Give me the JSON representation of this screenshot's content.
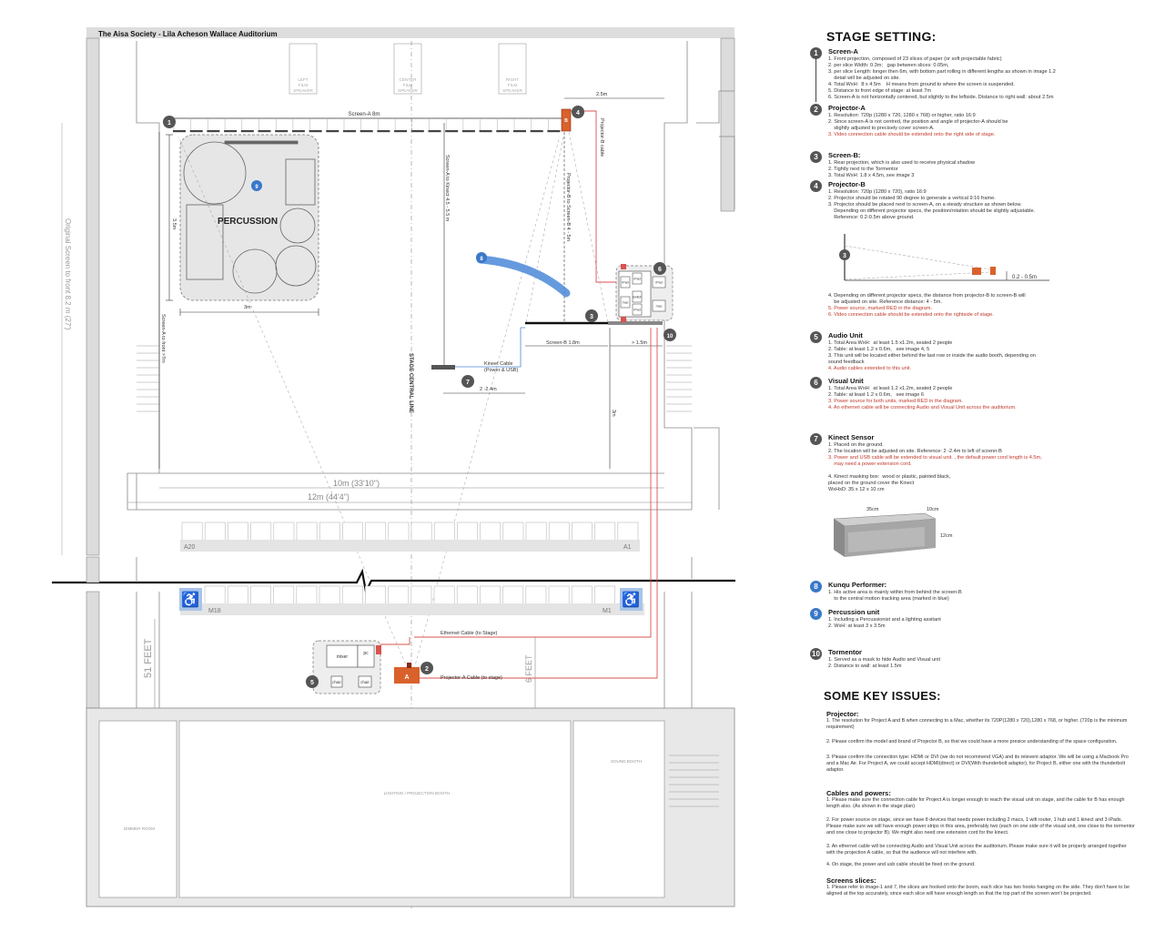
{
  "plan": {
    "venue_title": "The Aisa Society - Lila Acheson Wallace Auditorium",
    "speakers": {
      "left": [
        "LEFT",
        "FILM",
        "SPEAKER"
      ],
      "center": [
        "CENTER",
        "FILM",
        "SPEAKER"
      ],
      "right": [
        "RIGHT",
        "FILM",
        "SPEAKER"
      ]
    },
    "percussion_label": "PERCUSSION",
    "screen_a_label": "Screen-A 8m",
    "screen_b_label": "Screen-B 1.8m",
    "dim_2_5m": "2.5m",
    "dim_3_5m": "3.5m",
    "dim_3m_perc": "3m",
    "dim_gt_1_5m": "> 1.5m",
    "dim_3m_right": "3m",
    "dim_2_2_4m": "2 -2.4m",
    "dim_screen_a_front": "Screen-A to front >7m",
    "dim_screen_a_kinect": "Screen-A to Kinect 4.5 - 5.5 m",
    "dim_projector_b": "Projector-B to Screen-B 4 - 5m",
    "projector_b_cable": "Projector-B cable",
    "kinect_cable": [
      "Kineet Cable",
      "(Power & USB)"
    ],
    "stage_central_line": "STAGE CENTRAL LINE",
    "width_10m": "10m (33'10\")",
    "width_12m": "12m (44'4\")",
    "original_screen": "Original Screen to front 8.2 m (27')",
    "seat_a20": "A20",
    "seat_a1": "A1",
    "seat_m18": "M18",
    "seat_m1": "M1",
    "ethernet_cable": "Ethernet Cable (to Stage)",
    "projector_a_cable": "Projector-A Cable (to stage)",
    "feet_51": "51 FEET",
    "feet_6": "6 FEET",
    "mixer": "mixer",
    "pc": "pc",
    "chair": "chair",
    "unit_labels": [
      "iPad",
      "iPad",
      "Switch",
      "mac",
      "iPad",
      "iPad",
      "mac"
    ],
    "projector_a_letter": "A",
    "projector_b_letter": "B",
    "sound_booth": "SOUND BOOTH",
    "lighting_booth": "LIGHTING / PROJECTION BOOTH",
    "dimmer_room": "DIMMER ROOM",
    "markers": {
      "m1": "1",
      "m2": "2",
      "m3": "3",
      "m4": "4",
      "m5": "5",
      "m6": "6",
      "m7": "7",
      "m8": "8",
      "m9": "9",
      "m10": "10"
    }
  },
  "stage_setting": {
    "title": "STAGE SETTING:",
    "items": [
      {
        "num": "1",
        "title": "Screen-A",
        "lines": [
          {
            "t": "1. Front projection, composed of 23 slices of paper (or soft projectable fabric)"
          },
          {
            "t": "2. per slice Width: 0.3m;   gap between slices: 0.05m,"
          },
          {
            "t": "3. per slice Length: longer then 6m, with bottom part rolling in different lengths as shown in image 1.2"
          },
          {
            "t": "    detail will be adjusted on site."
          },
          {
            "t": "4. Total WxH:  8 x 4.5m    H means from ground to where the screen is suspended."
          },
          {
            "t": "5. Distance to front edge of stage: at least 7m"
          },
          {
            "t": "6. Screen-A is not horizontally centered, but slightly to the leftside. Distance to right wall: about 2.5m"
          }
        ]
      },
      {
        "num": "2",
        "title": "Projector-A",
        "lines": [
          {
            "t": "1. Resolution: 720p (1280 x 720, 1280 x 768) or higher, ratio 16:9"
          },
          {
            "t": "2. Since screen-A is not centred, the position and angle of projector-A should be"
          },
          {
            "t": "    slightly adjusted to precisely cover screen-A."
          },
          {
            "t": "3. Video connection cable should be extended onto the right side of stage.",
            "red": true
          }
        ]
      },
      {
        "num": "3",
        "title": "Screen-B:",
        "lines": [
          {
            "t": "1. Rear projection, which is also used to receive physical shadow"
          },
          {
            "t": "2. Tightly next to the Tormentor"
          },
          {
            "t": "3. Total WxH: 1.8 x 4.5m, see image 3"
          }
        ]
      },
      {
        "num": "4",
        "title": "Projector-B",
        "lines": [
          {
            "t": "1. Resolution: 720p (1280 x 720), ratio 16:9"
          },
          {
            "t": "2. Projector should be rotated 90 degree to generate a vertical 9:16 frame."
          },
          {
            "t": "3. Projector should be placed next to screen-A, on a steady structure as shown below."
          },
          {
            "t": "    Depending on different projector specs, the position/rotation should be slightly adjustable."
          },
          {
            "t": "    Reference: 0.2-0.5m above ground."
          }
        ]
      },
      {
        "num": "",
        "title": "",
        "lines": [
          {
            "t": "4. Depending on different projector specs, the distance from projector-B to screen-B will"
          },
          {
            "t": "    be adjusted on site. Reference distance: 4 - 5m."
          },
          {
            "t": "5. Power source, marked RED in the diagram.",
            "red": true
          },
          {
            "t": "6. Video connection cable should be extended onto the rightside of stage.",
            "red": true
          }
        ]
      },
      {
        "num": "5",
        "title": "Audio Unit",
        "lines": [
          {
            "t": "1. Total Area WxH:  at least 1.5 x1.2m, seated 2 people"
          },
          {
            "t": "2. Table: at least 1.2 x 0.6m,   see image 4, 5"
          },
          {
            "t": "3. This unit will be located either behind the last row or inside the audio booth, depending on"
          },
          {
            "t": "sound feedback"
          },
          {
            "t": "4. Audio cables extended to this unit.",
            "red": true
          }
        ]
      },
      {
        "num": "6",
        "title": "Visual Unit",
        "lines": [
          {
            "t": "1. Total Area WxH:  at least 1.2 x1.2m, seated 2 people"
          },
          {
            "t": "2. Table: at least 1.2 x 0.6m,   see image 6"
          },
          {
            "t": "3. Power source for both units, marked RED in the diagram.",
            "red": true
          },
          {
            "t": "4. An ethernet cable will be connecting Audio and Visual Unit across the auditorium.",
            "red": true
          }
        ]
      },
      {
        "num": "7",
        "title": "Kinect Sensor",
        "lines": [
          {
            "t": "1. Placed on the ground."
          },
          {
            "t": "2. The location will be adjusted on site. Reference: 2 -2.4m to left of screnn-B"
          },
          {
            "t": "3. Power and USB cable will be extended to visual unit. , the default power cord length is 4.5m,",
            "red": true
          },
          {
            "t": "    may need a power extension cord.",
            "red": true
          },
          {
            "t": ""
          },
          {
            "t": "4. Kinect masking box:  wood or plastic, painted black,"
          },
          {
            "t": "placed on the ground cover the Kinect"
          },
          {
            "t": "WxHxD: 35 x 12 x 10 cm"
          }
        ]
      },
      {
        "num": "8",
        "title": "Kunqu Performer:",
        "blue": true,
        "lines": [
          {
            "t": "1. His active area is mainly within from behind the screen-B"
          },
          {
            "t": "    to the central motion tracking area (marked in blue)"
          }
        ]
      },
      {
        "num": "9",
        "title": "Percussion unit",
        "blue": true,
        "lines": [
          {
            "t": "1. Including a Percussionist and a lighting assitant"
          },
          {
            "t": "2. WxH: at least 3 x 3.5m"
          }
        ]
      },
      {
        "num": "10",
        "title": "Tormentor",
        "lines": [
          {
            "t": "1. Served as a mask to hide Audio and Visual unit"
          },
          {
            "t": "2. Distance to wall: at least 1.5m"
          }
        ]
      }
    ],
    "diagram_dim": "0.2 - 0.5m",
    "box_dims": {
      "w": "35cm",
      "d": "10cm",
      "h": "12cm"
    }
  },
  "issues": {
    "title": "SOME KEY ISSUES:",
    "sections": [
      {
        "heading": "Projector:",
        "paras": [
          "1. The resolution for Project A and B when connecting to a Mac, whether its 720P(1280 x 720),1280 x 768, or higher. (720p is the minimum requirement)",
          "2. Please confirm the model and brand of Projector B, so that we could have a more presice understanding of the space configuration.",
          "3. Please confirm the connection type: HDMI or DVI (we do not recommend VGA) and its relevent      adaptor. We will be using a Macbook Pro and a Mac Air. For Project A, we could accept HDMI(direct) or DVI(With thunderbolt adaptor), for Project B, either one with the thunderbolt adaptor."
        ]
      },
      {
        "heading": "Cables and powers:",
        "paras": [
          "1. Please make sure the connection cable for Project A is longer enough to reach the visual unit on stage, and the cable for B has enough length also. (As shown in the stage plan)",
          "2. For power source on stage, since we have 8 devices that needs power including 2 macs, 1 wifi router, 1 hub and 1 kinect and 3 iPads. Please make sure we will have enough power strips in this area, preferably two (each on one side of the visual unit, one close to the tormentor and one close to projector B). We might also need one extension cord for the kinect.",
          "3. An ethernet cable will be connecting Audio and Visual Unit across the auditorium. Please make sure it will be properly arranged together with the projection A cable, so that the audience will not interfere with.",
          "4. On stage, the power and usb cable should be fixed on the ground."
        ]
      },
      {
        "heading": "Screens slices:",
        "paras": [
          "1. Please refer to image-1 and 7, the slices are hooked onto the boom, each slice has two hooks hanging on the side. They don't have to be aligned at the top accurately, since each slice will have enough length so that the top part of the screen won't be projected."
        ]
      }
    ]
  }
}
